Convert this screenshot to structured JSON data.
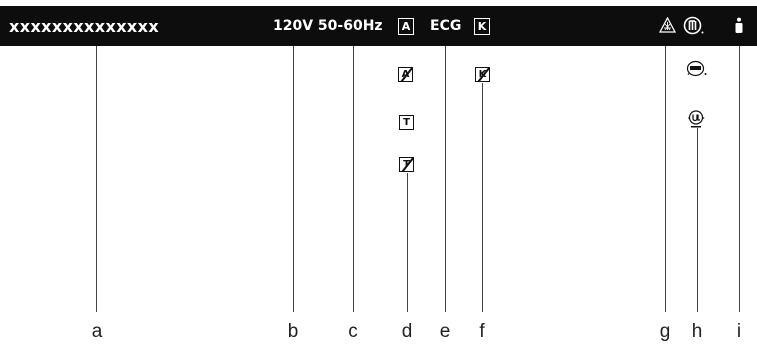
{
  "label": {
    "serial": "xxxxxxxxxxxxxx",
    "rating": "120V 50-60Hz",
    "ecg": "ECG",
    "box_symbol_a": "A",
    "box_symbol_k": "K"
  },
  "symbols": {
    "a_strike": "A",
    "t": "T",
    "t_strike": "T",
    "k_strike": "K"
  },
  "callouts": [
    "a",
    "b",
    "c",
    "d",
    "e",
    "f",
    "g",
    "h",
    "i"
  ],
  "colors": {
    "label_background": "#0d0d0d",
    "label_text": "#ffffff",
    "line": "#444444",
    "text": "#222222"
  }
}
